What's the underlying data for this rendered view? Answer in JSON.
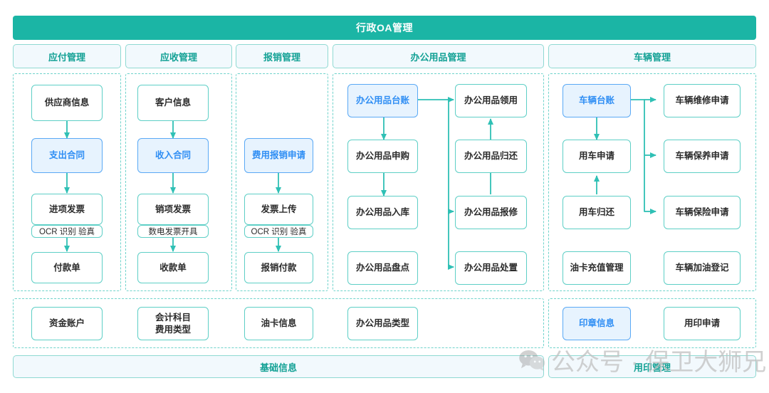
{
  "header": {
    "title": "行政OA管理"
  },
  "colors": {
    "brand_teal": "#1bb5a5",
    "node_border": "#5ecfc6",
    "header_pill_bg": "#f2f9fd",
    "highlight_bg": "#e7f3fe",
    "highlight_border": "#5aa9f5",
    "highlight_text": "#2f8ef4",
    "dashed_border": "#6fd3cb",
    "arrow": "#2fc0b5"
  },
  "columns": [
    {
      "id": "payable",
      "label": "应付管理"
    },
    {
      "id": "receivable",
      "label": "应收管理"
    },
    {
      "id": "expense",
      "label": "报销管理"
    },
    {
      "id": "supplies",
      "label": "办公用品管理"
    },
    {
      "id": "vehicle",
      "label": "车辆管理"
    }
  ],
  "nodes": {
    "payable": [
      {
        "label": "供应商信息",
        "highlight": false
      },
      {
        "label": "支出合同",
        "highlight": true
      },
      {
        "label": "进项发票",
        "highlight": false,
        "strip": "OCR 识别 验真"
      },
      {
        "label": "付款单",
        "highlight": false
      }
    ],
    "receivable": [
      {
        "label": "客户信息",
        "highlight": false
      },
      {
        "label": "收入合同",
        "highlight": true
      },
      {
        "label": "销项发票",
        "highlight": false,
        "strip": "数电发票开具"
      },
      {
        "label": "收款单",
        "highlight": false
      }
    ],
    "expense": [
      {
        "label": "费用报销申请",
        "highlight": true
      },
      {
        "label": "发票上传",
        "highlight": false,
        "strip": "OCR 识别 验真"
      },
      {
        "label": "报销付款",
        "highlight": false
      }
    ],
    "supplies_left": [
      {
        "label": "办公用品台账",
        "highlight": true
      },
      {
        "label": "办公用品申购",
        "highlight": false
      },
      {
        "label": "办公用品入库",
        "highlight": false
      },
      {
        "label": "办公用品盘点",
        "highlight": false
      }
    ],
    "supplies_right": [
      {
        "label": "办公用品领用",
        "highlight": false
      },
      {
        "label": "办公用品归还",
        "highlight": false
      },
      {
        "label": "办公用品报修",
        "highlight": false
      },
      {
        "label": "办公用品处置",
        "highlight": false
      }
    ],
    "vehicle_left": [
      {
        "label": "车辆台账",
        "highlight": true
      },
      {
        "label": "用车申请",
        "highlight": false
      },
      {
        "label": "用车归还",
        "highlight": false
      },
      {
        "label": "油卡充值管理",
        "highlight": false
      }
    ],
    "vehicle_right": [
      {
        "label": "车辆维修申请",
        "highlight": false
      },
      {
        "label": "车辆保养申请",
        "highlight": false
      },
      {
        "label": "车辆保险申请",
        "highlight": false
      },
      {
        "label": "车辆加油登记",
        "highlight": false
      }
    ],
    "basic_left": [
      {
        "label": "资金账户",
        "highlight": false,
        "lines": [
          "资金账户"
        ]
      },
      {
        "label": "会计科目 费用类型",
        "highlight": false,
        "lines": [
          "会计科目",
          "费用类型"
        ]
      },
      {
        "label": "油卡信息",
        "highlight": false,
        "lines": [
          "油卡信息"
        ]
      },
      {
        "label": "办公用品类型",
        "highlight": false,
        "lines": [
          "办公用品类型"
        ]
      }
    ],
    "basic_right": [
      {
        "label": "印章信息",
        "highlight": true,
        "lines": [
          "印章信息"
        ]
      },
      {
        "label": "用印申请",
        "highlight": false,
        "lines": [
          "用印申请"
        ]
      }
    ]
  },
  "footer": {
    "basic_info_label": "基础信息",
    "seal_mgmt_label": "用印管理"
  },
  "watermark": {
    "text": "公众号 · 保卫大狮兄",
    "icon": "wechat-icon"
  }
}
